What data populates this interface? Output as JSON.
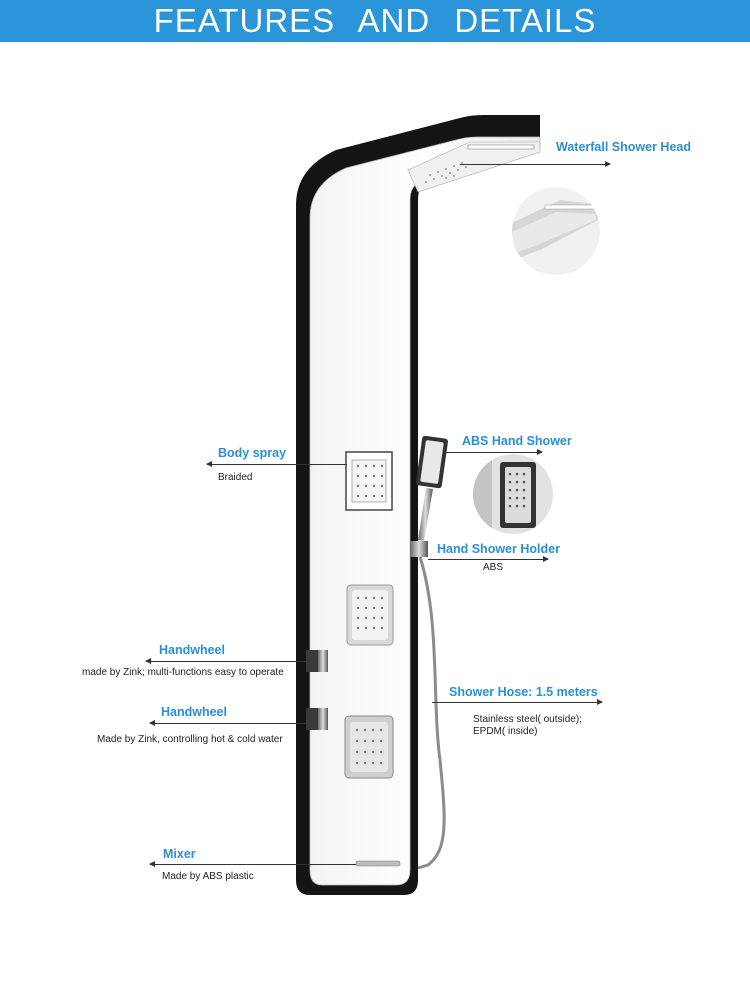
{
  "header": {
    "title": "FEATURES  AND  DETAILS"
  },
  "colors": {
    "banner": "#2a95d8",
    "label": "#2a8fd6"
  },
  "features": {
    "waterfall": {
      "label": "Waterfall Shower Head"
    },
    "hand_shower": {
      "label": "ABS Hand Shower"
    },
    "body_spray": {
      "label": "Body spray",
      "desc": "Braided"
    },
    "holder": {
      "label": "Hand Shower Holder",
      "desc": "ABS"
    },
    "handwheel_1": {
      "label": "Handwheel",
      "desc": "made by Zink;  multi-functions easy to operate"
    },
    "hose": {
      "label": "Shower Hose: 1.5 meters",
      "desc_line1": "Stainless steel( outside);",
      "desc_line2": "EPDM( inside)"
    },
    "handwheel_2": {
      "label": "Handwheel",
      "desc": "Made by Zink, controlling hot & cold water"
    },
    "mixer": {
      "label": "Mixer",
      "desc": "Made by ABS plastic"
    }
  }
}
